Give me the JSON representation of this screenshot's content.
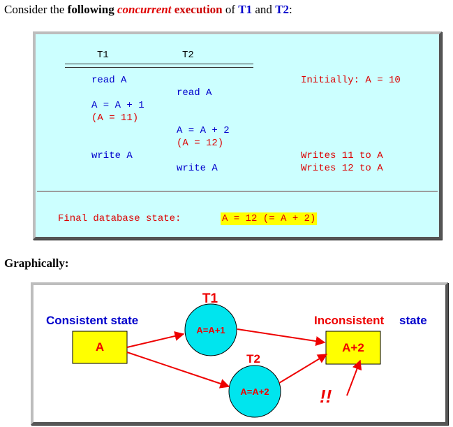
{
  "intro": {
    "p1": "Consider the ",
    "p2": "following",
    "p3": "concurrent",
    "p4": "execution",
    "p5": " of ",
    "t1": "T1",
    "p6": " and ",
    "t2": "T2",
    "p7": ":"
  },
  "schedule": {
    "header_t1": "T1",
    "header_t2": "T2",
    "underline": "===============================",
    "t1_read": "read A",
    "note_initial": "Initially: A = 10",
    "t2_read": "read A",
    "t1_compute": "A = A + 1",
    "t1_value": "(A = 11)",
    "t2_compute": "A = A + 2",
    "t2_value": "(A = 12)",
    "t1_write": "write A",
    "note_t1_write": "Writes 11 to A",
    "t2_write": "write A",
    "note_t2_write": "Writes 12 to A",
    "final_label": "Final database state:",
    "final_value": "A = 12 (= A + 2)"
  },
  "graph_heading": "Graphically:",
  "diagram": {
    "consistent_label": "Consistent state",
    "start_box": "A",
    "t1_label": "T1",
    "t1_node": "A=A+1",
    "t2_label": "T2",
    "t2_node": "A=A+2",
    "inconsistent_word": "Inconsistent",
    "state_word": "state",
    "end_box": "A+2",
    "exclaim": "!!",
    "colors": {
      "node_fill": "#00e5ee",
      "box_fill": "#ffff00",
      "arrow": "#ee0000",
      "label_blue": "#0000cc",
      "label_red": "#ee0000"
    }
  }
}
